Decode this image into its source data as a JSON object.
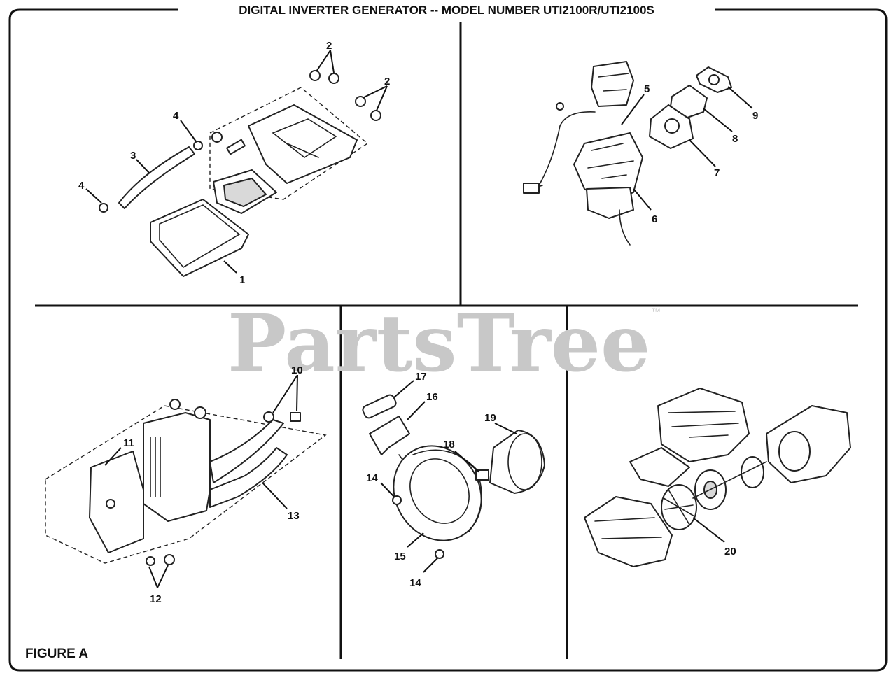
{
  "title": "DIGITAL INVERTER GENERATOR -- MODEL NUMBER UTI2100R/UTI2100S",
  "figure_label": "FIGURE A",
  "watermark": "PartsTree",
  "watermark_mark": "™",
  "callouts": {
    "p1": "1",
    "p2a": "2",
    "p2b": "2",
    "p3": "3",
    "p4a": "4",
    "p4b": "4",
    "p5": "5",
    "p6": "6",
    "p7": "7",
    "p8": "8",
    "p9": "9",
    "p10": "10",
    "p11": "11",
    "p12": "12",
    "p13": "13",
    "p14a": "14",
    "p14b": "14",
    "p15": "15",
    "p16": "16",
    "p17": "17",
    "p18": "18",
    "p19": "19",
    "p20": "20"
  }
}
